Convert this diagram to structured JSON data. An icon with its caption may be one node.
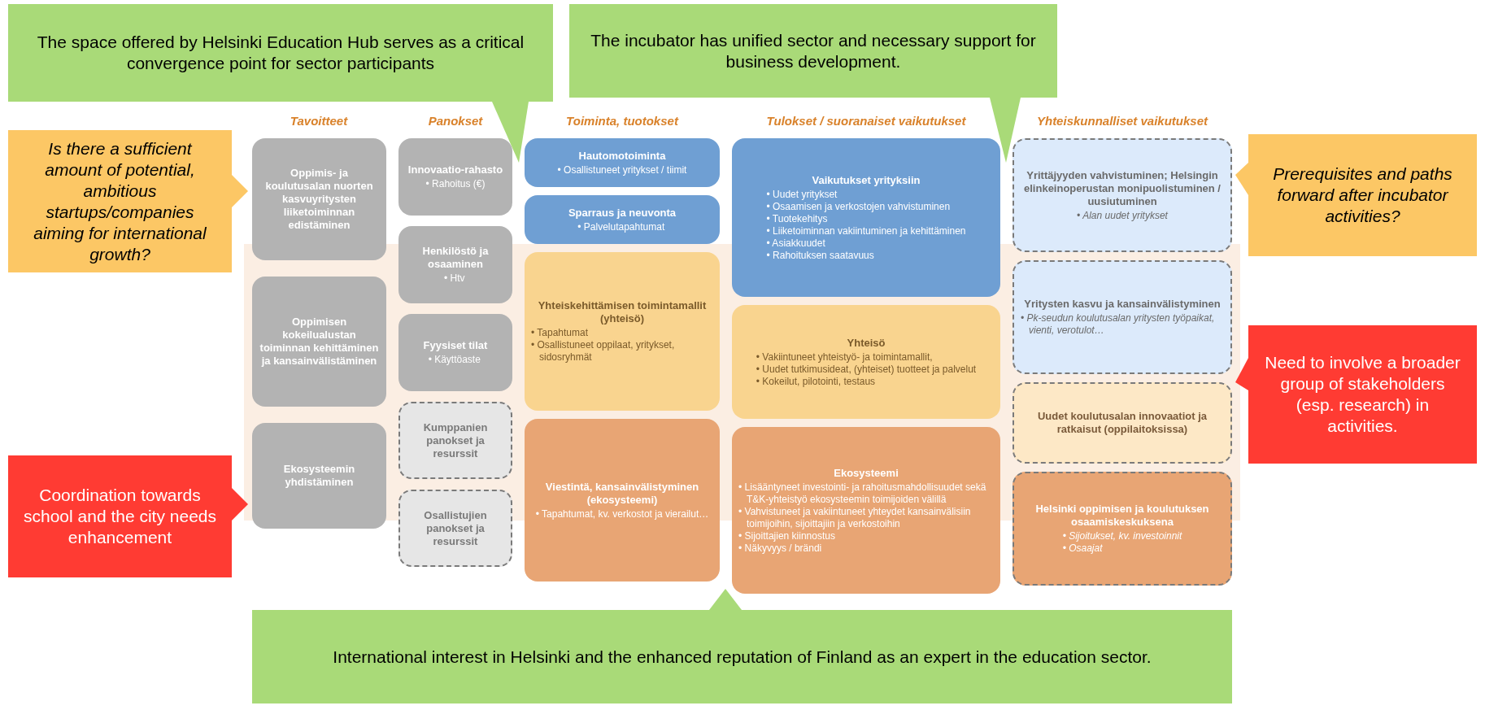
{
  "diagram": {
    "nodes": [
      {
        "text": [
          "Oppimis- ja koulutusalan nuorten kasvuyritysten liiketoiminnan edistäminen"
        ]
      },
      {
        "text": [
          "Oppimisen kokeilualustan toiminnan kehittäminen ja kansainvälistäminen"
        ]
      },
      {
        "text": [
          "Ekosysteemin yhdistäminen"
        ]
      },
      {
        "text": [
          "Innovaatio-rahasto",
          "• Rahoitus (€)"
        ]
      },
      {
        "text": [
          "Henkilöstö ja osaaminen",
          "• Htv"
        ]
      },
      {
        "text": [
          "Fyysiset tilat",
          "• Käyttöaste"
        ]
      },
      {
        "text": [
          "Kumppanien panokset ja resurssit"
        ]
      },
      {
        "text": [
          "Osallistujien panokset ja resurssit"
        ]
      },
      {
        "text": [
          "Hautomotoiminta",
          "• Osallistuneet yritykset / tiimit"
        ]
      },
      {
        "text": [
          "Sparraus ja neuvonta",
          "• Palvelutapahtumat"
        ]
      },
      {
        "text": [
          "Yhteiskehittämisen toimintamallit (yhteisö)",
          "• Tapahtumat",
          "• Osallistuneet oppilaat, yritykset, sidosryhmät"
        ]
      },
      {
        "text": [
          "Viestintä, kansainvälistyminen (ekosysteemi)",
          "• Tapahtumat, kv. verkostot ja vierailut…"
        ]
      },
      {
        "text": [
          "Vaikutukset yrityksiin",
          "• Uudet yritykset",
          "• Osaamisen ja verkostojen vahvistuminen",
          "• Tuotekehitys",
          "• Liiketoiminnan vakiintuminen ja kehittäminen",
          "• Asiakkuudet",
          "• Rahoituksen saatavuus"
        ]
      },
      {
        "text": [
          "Yhteisö",
          "• Vakiintuneet yhteistyö- ja toimintamallit,",
          "• Uudet tutkimusideat, (yhteiset) tuotteet ja palvelut",
          "• Kokeilut, pilotointi, testaus"
        ]
      },
      {
        "text": [
          "Ekosysteemi",
          "• Lisääntyneet investointi- ja rahoitusmahdollisuudet sekä T&K-yhteistyö ekosysteemin toimijoiden välillä",
          "• Vahvistuneet ja vakiintuneet yhteydet kansainvälisiin toimijoihin, sijoittajiin ja verkostoihin",
          "• Sijoittajien kiinnostus",
          "• Näkyvyys / brändi"
        ]
      },
      {
        "text": [
          "Yrittäjyyden vahvistuminen; Helsingin elinkeinoperustan monipuolistuminen / uusiutuminen",
          "• Alan uudet yritykset"
        ]
      },
      {
        "text": [
          "Yritysten kasvu ja kansainvälistyminen",
          "• Pk-seudun koulutusalan yritysten työpaikat, vienti, verotulot…"
        ]
      },
      {
        "text": [
          "Uudet koulutusalan innovaatiot ja ratkaisut (oppilaitoksissa)"
        ]
      },
      {
        "text": [
          "Helsinki oppimisen ja koulutuksen osaamiskeskuksena",
          "• Sijoitukset, kv. investoinnit",
          "• Osaajat"
        ]
      },
      {
        "text": [
          "Is there a sufficient amount of potential, ambitious startups/companies aiming for international growth?"
        ]
      },
      {
        "text": [
          "The incubator has unified sector and necessary support for business development."
        ]
      },
      {
        "text": [
          "Prerequisites and paths forward after incubator activities?"
        ]
      },
      {
        "text": [
          "The space offered by Helsinki Education Hub serves as a critical convergence point for sector participants"
        ]
      },
      {
        "text": [
          "Need to involve a broader group of stakeholders (esp. research) in activities."
        ]
      },
      {
        "text": [
          "Coordination towards school and the city needs enhancement"
        ]
      },
      {
        "text": [
          "International interest in Helsinki and the enhanced reputation of Finland as an expert in the education sector."
        ]
      }
    ],
    "labels": [
      "Tavoitteet",
      "Panokset",
      "Toiminta, tuotokset",
      "Tulokset / suoranaiset vaikutukset",
      "Yhteiskunnalliset vaikutukset"
    ]
  }
}
